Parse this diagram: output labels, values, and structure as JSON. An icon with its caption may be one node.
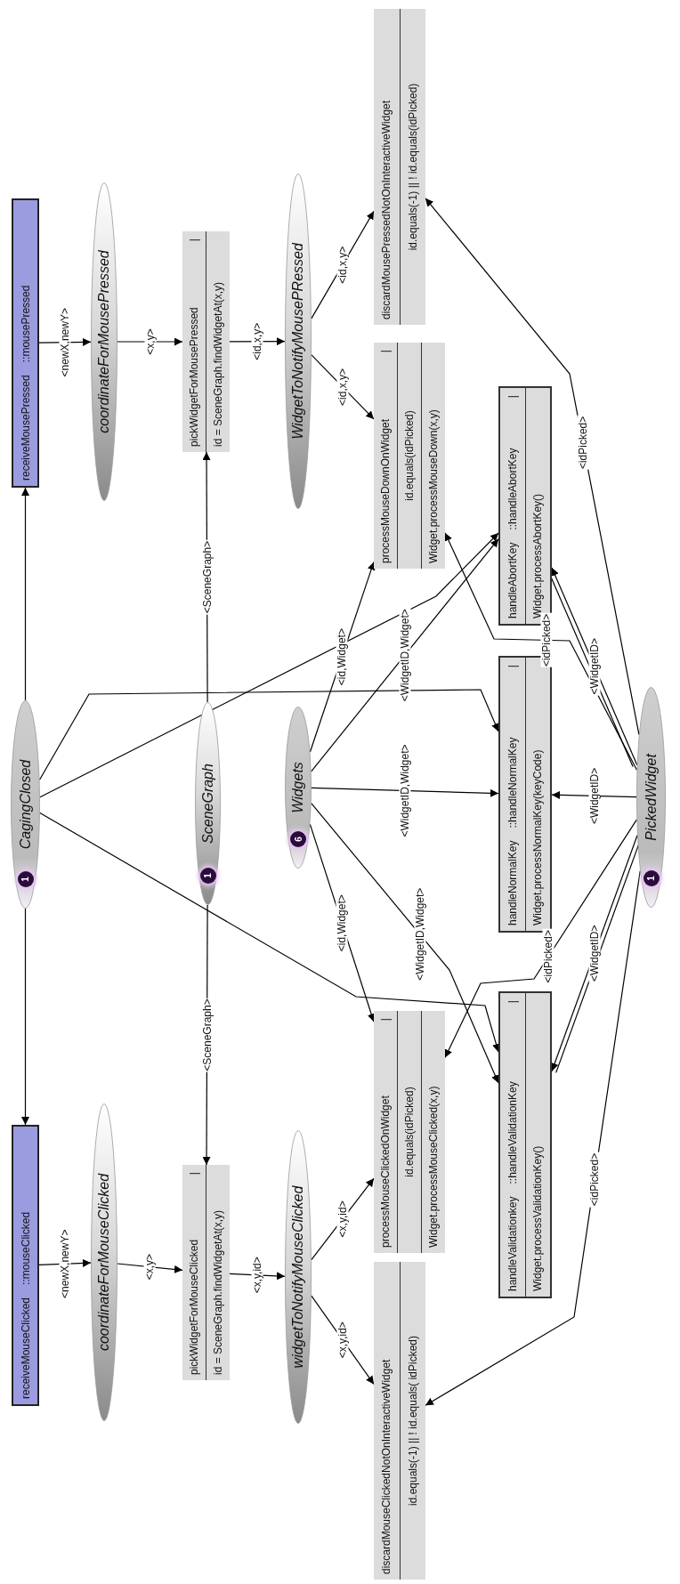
{
  "diagram": {
    "nodes": [
      {
        "text": [
          "receiveMousePressed",
          "::mousePressed"
        ]
      },
      {
        "text": [
          "CagingClosed",
          "1"
        ]
      },
      {
        "text": [
          "receiveMouseClicked",
          "::mouseClicked"
        ]
      },
      {
        "text": [
          "coordinateForMousePressed"
        ]
      },
      {
        "text": [
          "coordinateForMouseClicked"
        ]
      },
      {
        "text": [
          "pickWidgetForMousePressed",
          "|",
          "id = SceneGraph.findWidgetAt(x,y)"
        ]
      },
      {
        "text": [
          "SceneGraph",
          "1"
        ]
      },
      {
        "text": [
          "pickWidgetForMouseClicked",
          "|",
          "id = SceneGraph.findWidgetAt(x,y)"
        ]
      },
      {
        "text": [
          "WidgetToNotifyMousePRessed"
        ]
      },
      {
        "text": [
          "Widgets",
          "6"
        ]
      },
      {
        "text": [
          "widgetToNotifyMouseClicked"
        ]
      },
      {
        "text": [
          "discardMousePressedNotOnInteractiveWidget",
          "id.equals(-1) || ! id.equals(idPicked)"
        ]
      },
      {
        "text": [
          "processMouseDownOnWidget",
          "|",
          "id.equals(idPicked)",
          "Widget.processMouseDown(x,y)"
        ]
      },
      {
        "text": [
          "processMouseClickedOnWidget",
          "|",
          "id.equals(idPicked)",
          "Widget.processMouseClicked(x,y)"
        ]
      },
      {
        "text": [
          "discardMouseClickedNotOnInteractiveWidget",
          "id.equals(-1) || ! id.equals( idPicked)"
        ]
      },
      {
        "text": [
          "handleAbortKey",
          "::handleAbortKey",
          "|",
          "Widget.processAbortKey()"
        ]
      },
      {
        "text": [
          "handleNormalKey",
          "::handleNormalKey",
          "|",
          "Widget.processNormalKey(keyCode)"
        ]
      },
      {
        "text": [
          "handleValidationkey",
          "::handleValidationKey",
          "|",
          "Widget.processValidationKey()"
        ]
      },
      {
        "text": [
          "PickedWidget",
          "1"
        ]
      }
    ],
    "edges": [
      {
        "from": 1,
        "to": 0,
        "arrow": "to"
      },
      {
        "from": 1,
        "to": 2,
        "arrow": "to"
      },
      {
        "from": 0,
        "to": 3,
        "arrow": "to",
        "label": "<newX,newY>"
      },
      {
        "from": 3,
        "to": 5,
        "arrow": "to",
        "label": "<x,y>"
      },
      {
        "from": 5,
        "to": 8,
        "arrow": "to",
        "label": "<id,x,y>"
      },
      {
        "from": 8,
        "to": 11,
        "arrow": "to",
        "label": "<id,x,y>"
      },
      {
        "from": 8,
        "to": 12,
        "arrow": "to",
        "label": "<id,x,y>"
      },
      {
        "from": 6,
        "to": 5,
        "arrow": "to",
        "label": "<SceneGraph>"
      },
      {
        "from": 6,
        "to": 7,
        "arrow": "to",
        "label": "<SceneGraph>"
      },
      {
        "from": 2,
        "to": 4,
        "arrow": "to",
        "label": "<newX,newY>"
      },
      {
        "from": 4,
        "to": 7,
        "arrow": "to",
        "label": "<x,y>"
      },
      {
        "from": 7,
        "to": 10,
        "arrow": "to",
        "label": "<x,y,id>"
      },
      {
        "from": 10,
        "to": 13,
        "arrow": "to",
        "label": "<x,y,id>"
      },
      {
        "from": 10,
        "to": 14,
        "arrow": "to",
        "label": "<x,y,id>"
      },
      {
        "from": 9,
        "to": 12,
        "arrow": "to",
        "label": "<id,Widget>"
      },
      {
        "from": 9,
        "to": 15,
        "arrow": "to",
        "label": "<WidgetID,Widget>"
      },
      {
        "from": 9,
        "to": 16,
        "arrow": "to",
        "label": "<WidgetID,Widget>"
      },
      {
        "from": 9,
        "to": 13,
        "arrow": "to",
        "label": "<id,Widget>"
      },
      {
        "from": 9,
        "to": 17,
        "arrow": "to",
        "label": "<WidgetID,Widget>"
      },
      {
        "from": 1,
        "to": 15,
        "arrow": "to"
      },
      {
        "from": 1,
        "to": 16,
        "arrow": "to"
      },
      {
        "from": 1,
        "to": 17,
        "arrow": "to"
      },
      {
        "from": 18,
        "to": 11,
        "arrow": "to",
        "label": "<idPicked>"
      },
      {
        "from": 18,
        "to": 12,
        "arrow": "to",
        "label": "<idPicked>"
      },
      {
        "from": 18,
        "to": 15,
        "arrow": "to",
        "label": "<WidgetID>"
      },
      {
        "from": 15,
        "to": 18,
        "arrow": "none"
      },
      {
        "from": 18,
        "to": 16,
        "arrow": "to",
        "label": "<WidgetID>"
      },
      {
        "from": 18,
        "to": 13,
        "arrow": "to",
        "label": "<idPicked>"
      },
      {
        "from": 18,
        "to": 14,
        "arrow": "to",
        "label": "<idPicked>"
      },
      {
        "from": 18,
        "to": 17,
        "arrow": "to",
        "label": "<WidgetID>"
      },
      {
        "from": 17,
        "to": 18,
        "arrow": "none"
      }
    ]
  }
}
